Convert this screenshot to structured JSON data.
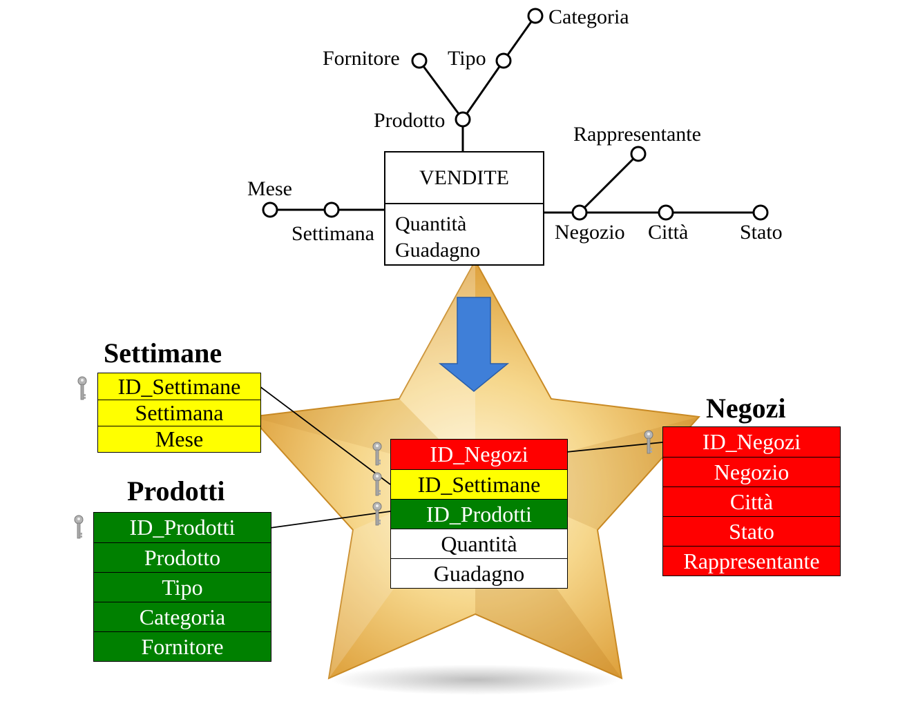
{
  "schema": {
    "fact": {
      "name": "VENDITE",
      "measures": [
        "Quantità",
        "Guadagno"
      ]
    },
    "attributes": {
      "categoria": "Categoria",
      "fornitore": "Fornitore",
      "tipo": "Tipo",
      "prodotto": "Prodotto",
      "rappresentante": "Rappresentante",
      "mese": "Mese",
      "settimana": "Settimana",
      "negozio": "Negozio",
      "citta": "Città",
      "stato": "Stato"
    }
  },
  "tables": {
    "settimane": {
      "title": "Settimane",
      "rows": [
        "ID_Settimane",
        "Settimana",
        "Mese"
      ]
    },
    "prodotti": {
      "title": "Prodotti",
      "rows": [
        "ID_Prodotti",
        "Prodotto",
        "Tipo",
        "Categoria",
        "Fornitore"
      ]
    },
    "negozi": {
      "title": "Negozi",
      "rows": [
        "ID_Negozi",
        "Negozio",
        "Città",
        "Stato",
        "Rappresentante"
      ]
    },
    "fact": {
      "rows": [
        "ID_Negozi",
        "ID_Settimane",
        "ID_Prodotti",
        "Quantità",
        "Guadagno"
      ]
    }
  },
  "colors": {
    "settimane": "#ffff00",
    "prodotti": "#008000",
    "negozi": "#ff0000",
    "arrow": "#3f7fd8",
    "star": "#f2c15a"
  },
  "icons": {
    "key": "key-icon",
    "arrow": "arrow-down-icon",
    "star": "star-background"
  }
}
